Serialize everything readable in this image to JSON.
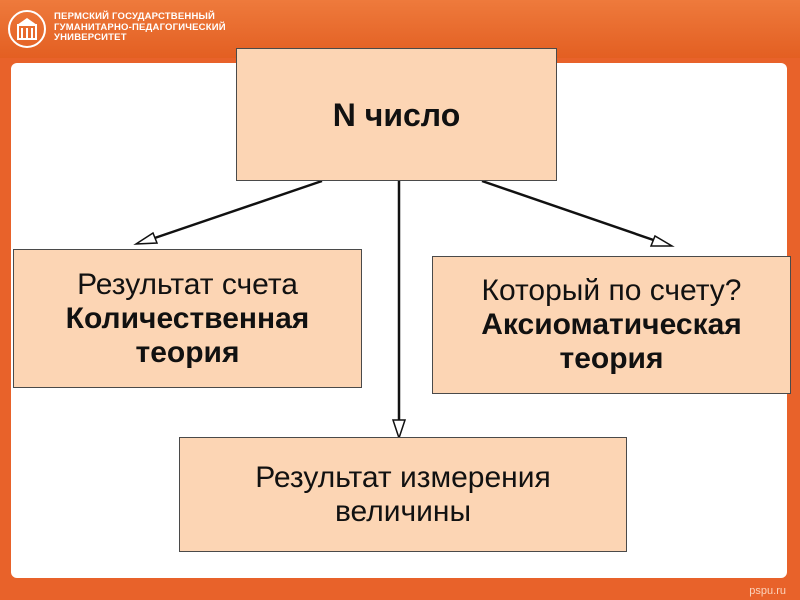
{
  "header": {
    "university_lines": [
      "Пермский государственный",
      "гуманитарно-педагогический",
      "университет"
    ],
    "site": "pspu.ru"
  },
  "diagram": {
    "root": {
      "title": "N число"
    },
    "left": {
      "line1": "Результат счета",
      "line2": "Количественная",
      "line3": "теория"
    },
    "right": {
      "line1": "Который по счету?",
      "line2": "Аксиоматическая",
      "line3": "теория"
    },
    "bottom": {
      "line1": "Результат измерения",
      "line2": "величины"
    }
  },
  "colors": {
    "box_fill": "#fcd5b4",
    "frame": "#e8622a",
    "text": "#111111"
  }
}
